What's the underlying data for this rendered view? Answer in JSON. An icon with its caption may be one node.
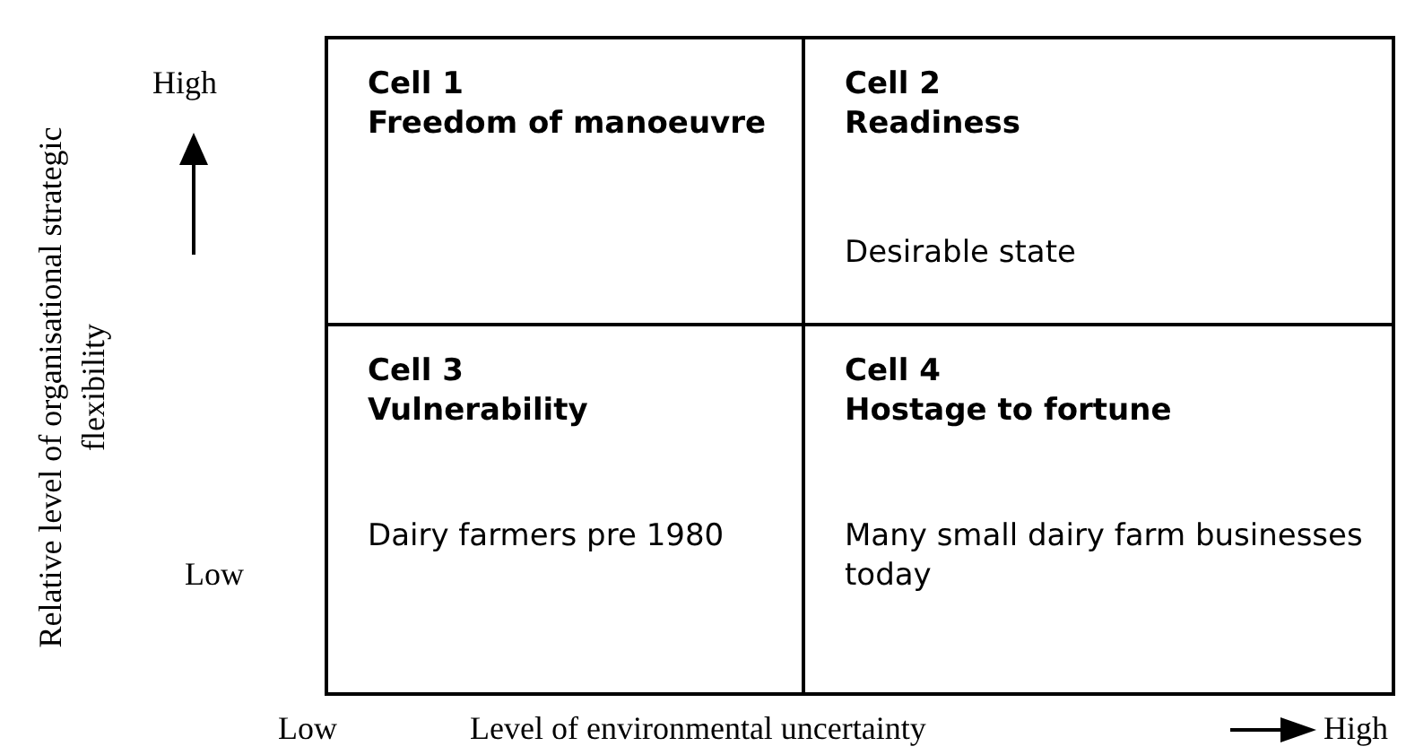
{
  "diagram": {
    "nodes": [
      {
        "text": [
          "Cell 1",
          "Freedom of manoeuvre"
        ]
      },
      {
        "text": [
          "Cell 2",
          "Readiness",
          "Desirable state"
        ]
      },
      {
        "text": [
          "Cell 3",
          "Vulnerability",
          "Dairy farmers pre 1980"
        ]
      },
      {
        "text": [
          "Cell 4",
          "Hostage to fortune",
          "Many small dairy farm businesses today"
        ]
      }
    ],
    "labels": [
      "Relative level of organisational strategic flexibility",
      "High",
      "Low",
      "Low",
      "Level of environmental uncertainty",
      "High"
    ]
  }
}
